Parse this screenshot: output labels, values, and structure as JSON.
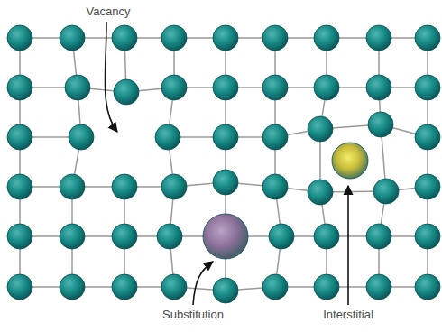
{
  "diagram": {
    "labels": [
      "Vacancy",
      "Substitution",
      "Interstitial"
    ]
  }
}
